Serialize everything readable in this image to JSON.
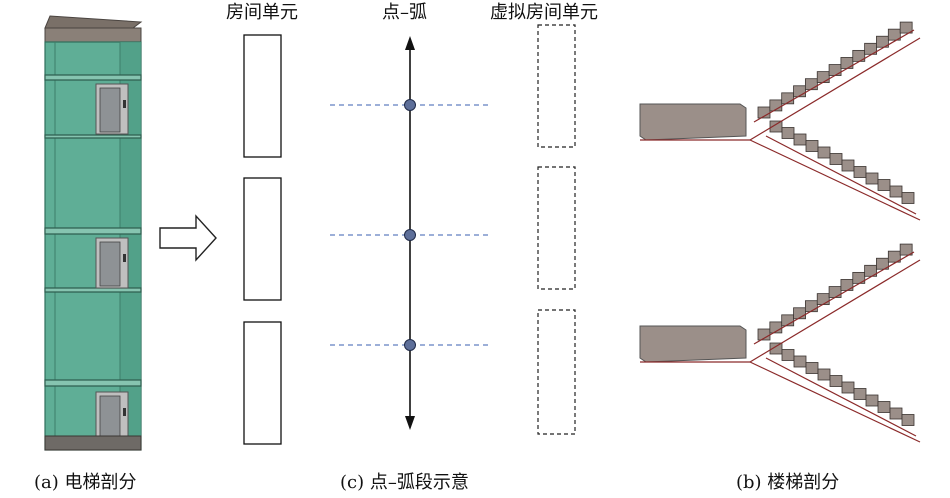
{
  "labels": {
    "room_unit": "房间单元",
    "point_arc": "点–弧",
    "virtual_room_unit": "虚拟房间单元"
  },
  "captions": {
    "elevator": "(a) 电梯剖分",
    "point_arc_segment": "(c) 点–弧段示意",
    "stairs": "(b) 楼梯剖分"
  },
  "colors": {
    "elevator_glass": "#5fae96",
    "elevator_glass_dark": "#3f8f78",
    "elevator_cap": "#7a7068",
    "dashed_line": "#3a5fb0",
    "node_fill": "#5e6f99",
    "stair_fill": "#9b8f89",
    "stair_edge": "#8b2a2a"
  },
  "icons": {
    "arrow": "hollow-right-arrow-icon",
    "node": "circle-node-icon"
  }
}
